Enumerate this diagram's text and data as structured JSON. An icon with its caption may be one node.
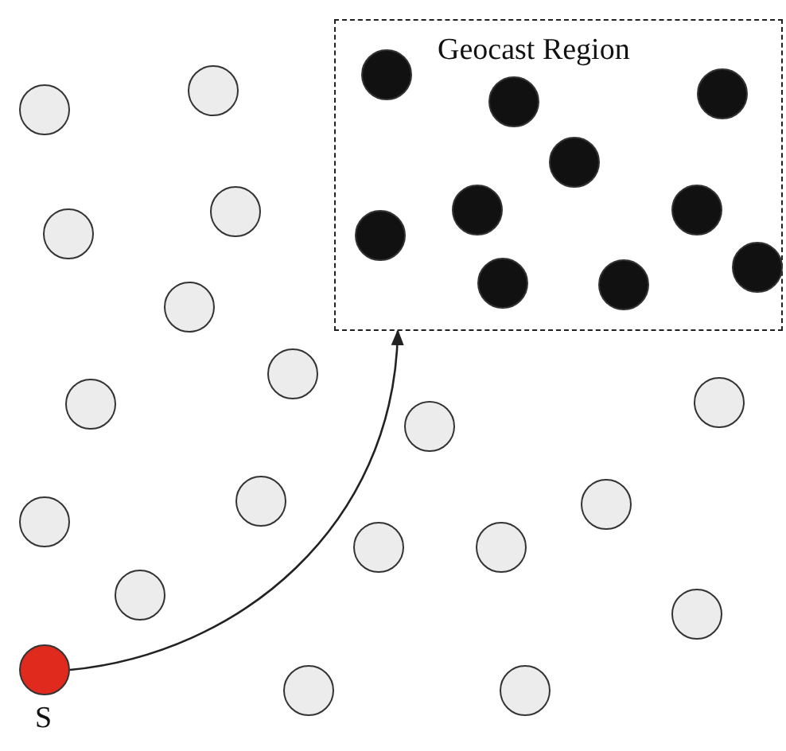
{
  "diagram": {
    "nodes": [
      {
        "text": [
          "Geocast Region"
        ]
      },
      {
        "text": [],
        "shape": "circle",
        "in": 0
      },
      {
        "text": [],
        "shape": "circle",
        "in": 0
      },
      {
        "text": [],
        "shape": "circle",
        "in": 0
      },
      {
        "text": [],
        "shape": "circle",
        "in": 0
      },
      {
        "text": [],
        "shape": "circle",
        "in": 0
      },
      {
        "text": [],
        "shape": "circle",
        "in": 0
      },
      {
        "text": [],
        "shape": "circle",
        "in": 0
      },
      {
        "text": [],
        "shape": "circle",
        "in": 0
      },
      {
        "text": [],
        "shape": "circle",
        "in": 0
      },
      {
        "text": [],
        "shape": "circle",
        "in": 0
      },
      {
        "text": [],
        "shape": "circle"
      },
      {
        "text": [],
        "shape": "circle"
      },
      {
        "text": [],
        "shape": "circle"
      },
      {
        "text": [],
        "shape": "circle"
      },
      {
        "text": [],
        "shape": "circle"
      },
      {
        "text": [],
        "shape": "circle"
      },
      {
        "text": [],
        "shape": "circle"
      },
      {
        "text": [],
        "shape": "circle"
      },
      {
        "text": [],
        "shape": "circle"
      },
      {
        "text": [],
        "shape": "circle"
      },
      {
        "text": [],
        "shape": "circle"
      },
      {
        "text": [],
        "shape": "circle"
      },
      {
        "text": [],
        "shape": "circle"
      },
      {
        "text": [],
        "shape": "circle"
      },
      {
        "text": [],
        "shape": "circle"
      },
      {
        "text": [],
        "shape": "circle"
      },
      {
        "text": [],
        "shape": "circle"
      },
      {
        "text": [],
        "shape": "circle"
      },
      {
        "text": [],
        "shape": "circle",
        "beside": [
          "S"
        ]
      }
    ],
    "edges": [
      {
        "from": 29,
        "to": 0,
        "arrow": "to"
      }
    ]
  }
}
